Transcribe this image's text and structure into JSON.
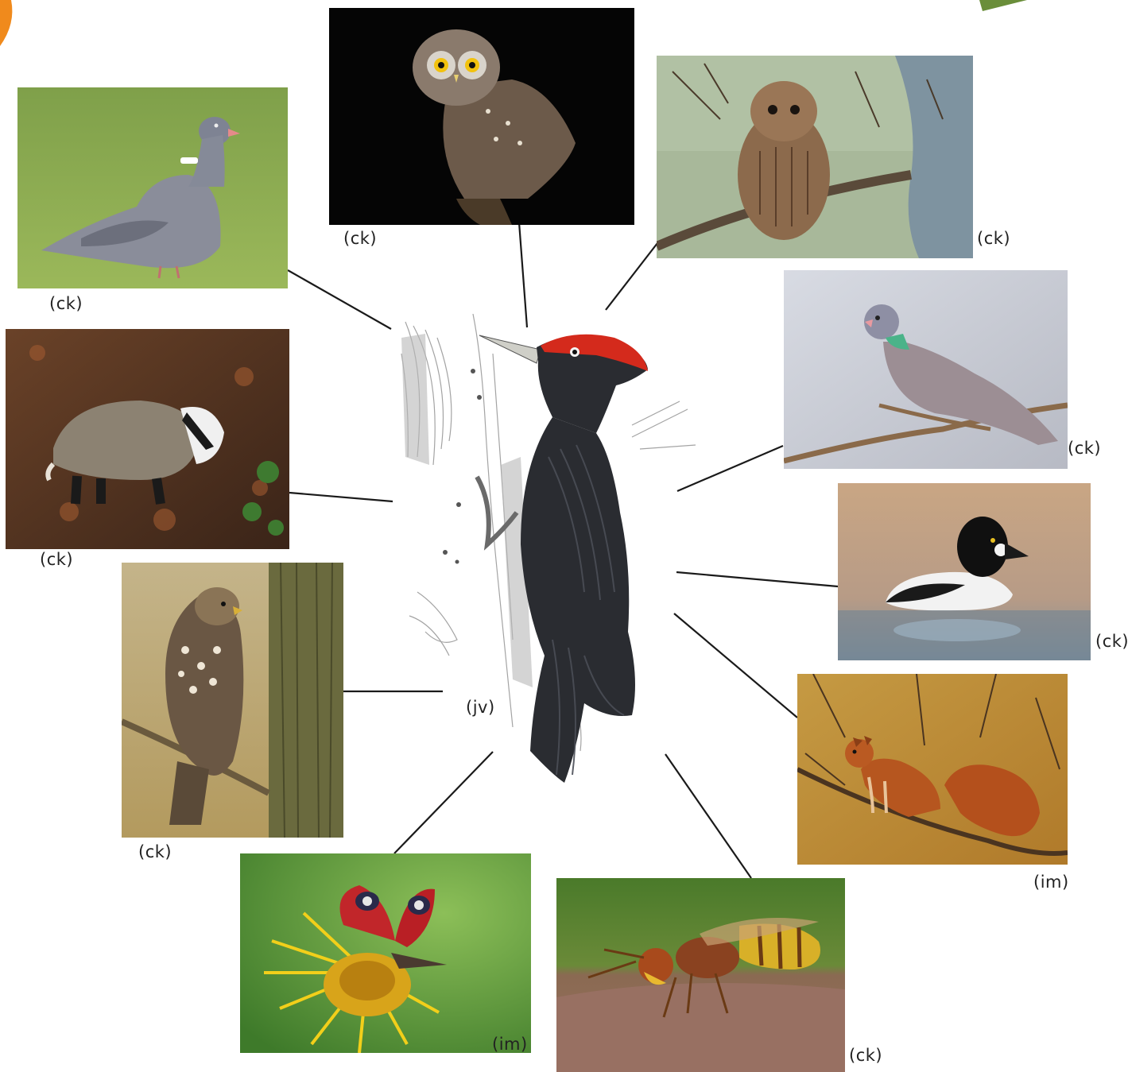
{
  "center": {
    "subject": "black-woodpecker",
    "credit": "(jv)"
  },
  "species": [
    {
      "id": "wood-pigeon",
      "credit": "(ck)"
    },
    {
      "id": "boreal-owl",
      "credit": "(ck)"
    },
    {
      "id": "tawny-owl",
      "credit": "(ck)"
    },
    {
      "id": "stock-dove",
      "credit": "(ck)"
    },
    {
      "id": "goldeneye",
      "credit": "(ck)"
    },
    {
      "id": "red-squirrel",
      "credit": "(im)"
    },
    {
      "id": "hornet",
      "credit": "(ck)"
    },
    {
      "id": "peacock-butterfly",
      "credit": "(im)"
    },
    {
      "id": "buzzard",
      "credit": "(ck)"
    },
    {
      "id": "badger",
      "credit": "(ck)"
    }
  ],
  "colors": {
    "line": "#1a1a1a",
    "woodpecker_crown": "#d42a1c",
    "woodpecker_body": "#2a2c31"
  }
}
